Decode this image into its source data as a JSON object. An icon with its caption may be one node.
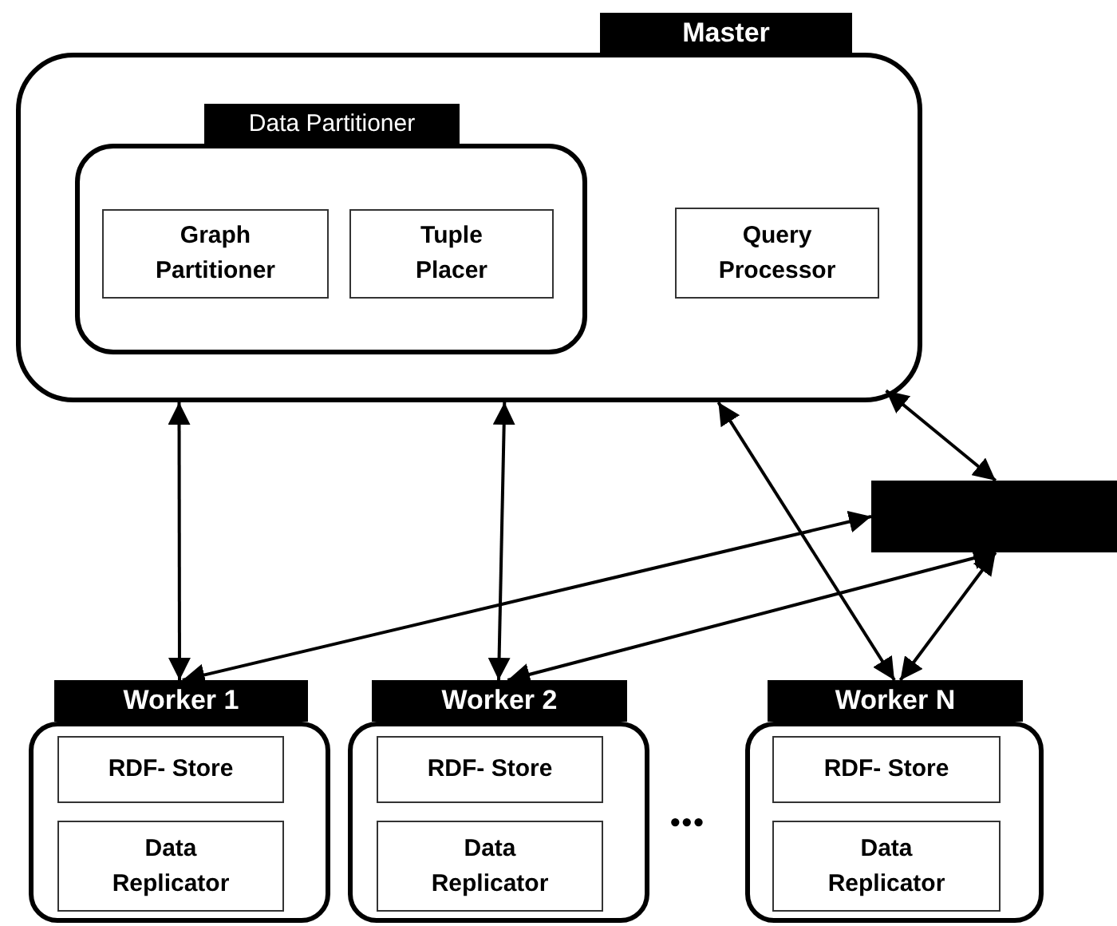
{
  "diagram": {
    "nodes": [
      {
        "text": [
          "Master"
        ]
      },
      {
        "text": [
          "Data Partitioner"
        ],
        "in": 0
      },
      {
        "text": [
          "Graph Partitioner"
        ],
        "in": 1
      },
      {
        "text": [
          "Tuple Placer"
        ],
        "in": 1
      },
      {
        "text": [
          "Query Processor"
        ],
        "in": 0
      },
      {
        "text": [],
        "shape": "box"
      },
      {
        "text": [
          "Worker 1"
        ]
      },
      {
        "text": [
          "RDF- Store"
        ],
        "in": 6
      },
      {
        "text": [
          "Data Replicator"
        ],
        "in": 6
      },
      {
        "text": [
          "Worker 2"
        ]
      },
      {
        "text": [
          "RDF- Store"
        ],
        "in": 9
      },
      {
        "text": [
          "Data Replicator"
        ],
        "in": 9
      },
      {
        "text": [
          "Worker N"
        ]
      },
      {
        "text": [
          "RDF- Store"
        ],
        "in": 12
      },
      {
        "text": [
          "Data Replicator"
        ],
        "in": 12
      }
    ],
    "edges": [
      {
        "from": 0,
        "to": 6,
        "arrow": "both"
      },
      {
        "from": 0,
        "to": 9,
        "arrow": "both"
      },
      {
        "from": 0,
        "to": 12,
        "arrow": "both"
      },
      {
        "from": 0,
        "to": 5,
        "arrow": "both"
      },
      {
        "from": 5,
        "to": 6,
        "arrow": "both"
      },
      {
        "from": 5,
        "to": 9,
        "arrow": "both"
      },
      {
        "from": 5,
        "to": 12,
        "arrow": "both"
      }
    ],
    "labels": [
      "•••"
    ]
  }
}
